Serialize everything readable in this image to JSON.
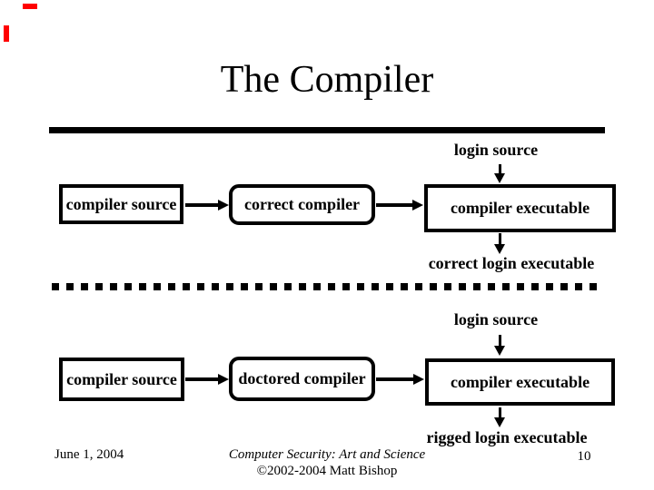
{
  "slide": {
    "title": "The Compiler",
    "top_flow": {
      "input_label": "login source",
      "boxes": [
        {
          "label": "compiler source"
        },
        {
          "label": "correct compiler"
        },
        {
          "label": "compiler executable"
        }
      ],
      "output_label": "correct login executable"
    },
    "bottom_flow": {
      "input_label": "login source",
      "boxes": [
        {
          "label": "compiler source"
        },
        {
          "label": "doctored compiler"
        },
        {
          "label": "compiler executable"
        }
      ],
      "output_label": "rigged login executable"
    },
    "footer": {
      "date": "June 1, 2004",
      "course": "Computer Security: Art and Science",
      "copyright": "©2002-2004 Matt Bishop"
    },
    "page_number": "10",
    "colors": {
      "background": "#ffffff",
      "foreground": "#000000",
      "annotation": "#ff0000"
    }
  }
}
